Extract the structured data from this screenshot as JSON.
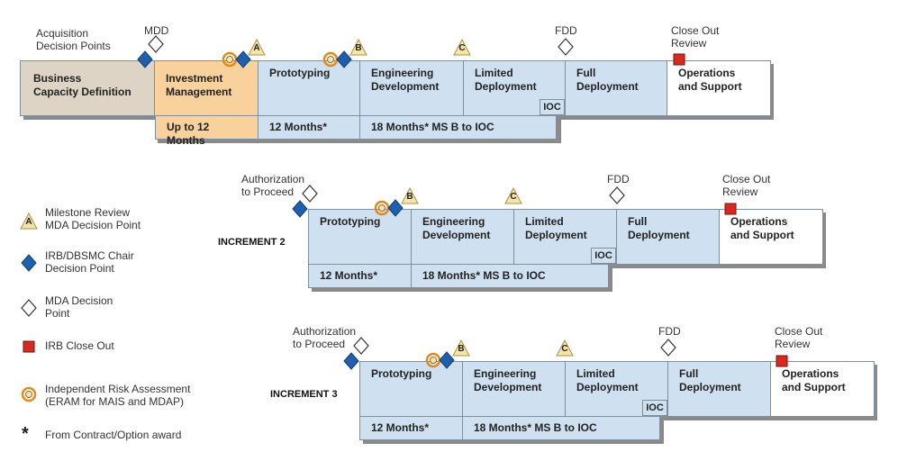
{
  "top": {
    "acq_label": "Acquisition\nDecision Points",
    "mdd": "MDD",
    "fdd": "FDD",
    "closeout": "Close Out\nReview",
    "phases": {
      "bcd": "Business\nCapacity Definition",
      "im": "Investment\nManagement",
      "proto": "Prototyping",
      "eng": "Engineering\nDevelopment",
      "ld": "Limited\nDeployment",
      "fd": "Full\nDeployment",
      "os": "Operations\nand Support"
    },
    "ioc": "IOC",
    "durations": {
      "im": "Up to 12 Months",
      "proto": "12 Months*",
      "eng": "18 Months* MS B to IOC"
    },
    "milestones": {
      "a": "A",
      "b": "B",
      "c": "C"
    }
  },
  "increments": [
    {
      "label": "INCREMENT 2",
      "auth": "Authorization\nto Proceed",
      "fdd": "FDD",
      "closeout": "Close Out\nReview",
      "phases": {
        "proto": "Prototyping",
        "eng": "Engineering\nDevelopment",
        "ld": "Limited\nDeployment",
        "fd": "Full\nDeployment",
        "os": "Operations\nand Support"
      },
      "ioc": "IOC",
      "durations": {
        "proto": "12 Months*",
        "eng": "18 Months* MS B to IOC"
      },
      "milestones": {
        "b": "B",
        "c": "C"
      }
    },
    {
      "label": "INCREMENT 3",
      "auth": "Authorization\nto Proceed",
      "fdd": "FDD",
      "closeout": "Close Out\nReview",
      "phases": {
        "proto": "Prototyping",
        "eng": "Engineering\nDevelopment",
        "ld": "Limited\nDeployment",
        "fd": "Full\nDeployment",
        "os": "Operations\nand Support"
      },
      "ioc": "IOC",
      "durations": {
        "proto": "12 Months*",
        "eng": "18 Months* MS B to IOC"
      },
      "milestones": {
        "b": "B",
        "c": "C"
      }
    }
  ],
  "legend": {
    "milestone": "Milestone Review\nMDA Decision Point",
    "milestone_letter": "A",
    "irb": "IRB/DBSMC Chair\nDecision Point",
    "mda": "MDA Decision\nPoint",
    "closeout": "IRB Close Out",
    "risk": "Independent Risk Assessment\n(ERAM for MAIS and MDAP)",
    "asterisk": "*",
    "asterisk_text": "From Contract/Option award"
  },
  "colors": {
    "phase_blue": "#cfe0f0",
    "bcd_tan": "#ddd4c5",
    "im_orange": "#f9d19c",
    "diamond_blue": "#1f5fae",
    "closeout_red": "#d42a1f",
    "milestone_yellow": "#f6e4a8",
    "risk_orange": "#e08a1e"
  }
}
